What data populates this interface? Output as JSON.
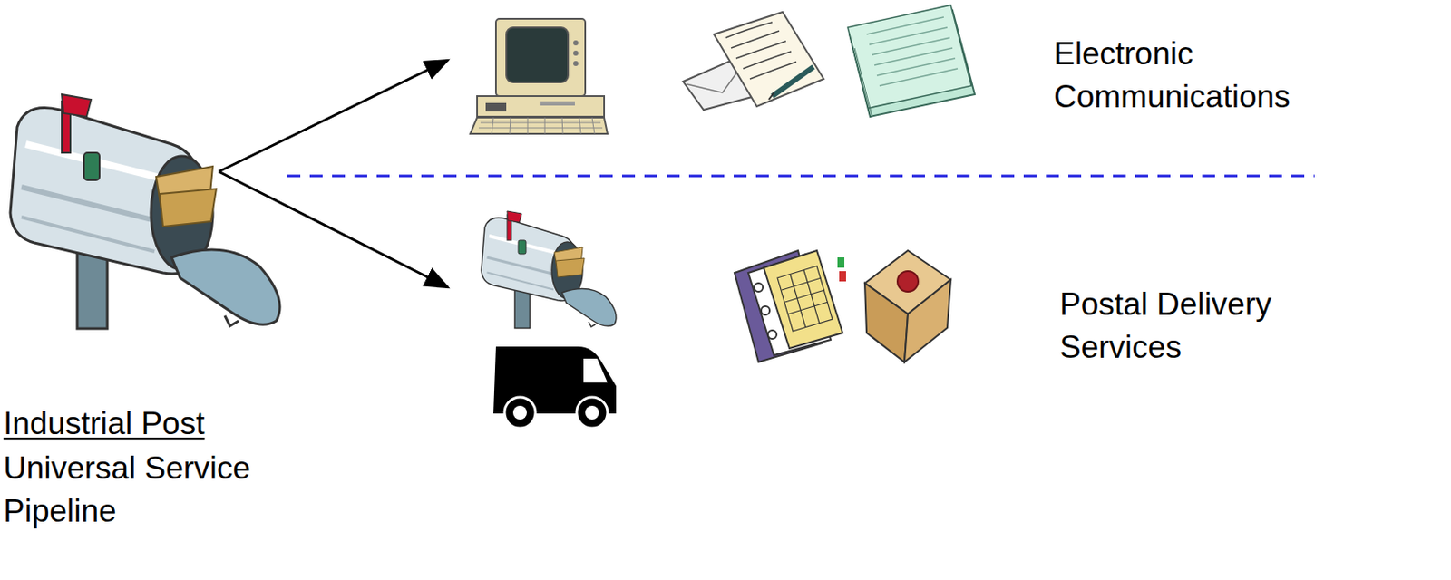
{
  "diagram": {
    "nodes": [
      {
        "text": [
          "Industrial Post",
          "Universal Service",
          "Pipeline"
        ]
      },
      {
        "text": [
          "Electronic Communications"
        ]
      },
      {
        "text": [
          "Postal Delivery Services"
        ]
      }
    ],
    "edges": [
      {
        "from": 0,
        "to": 1,
        "arrow": "to"
      },
      {
        "from": 0,
        "to": 2,
        "arrow": "to"
      }
    ]
  }
}
